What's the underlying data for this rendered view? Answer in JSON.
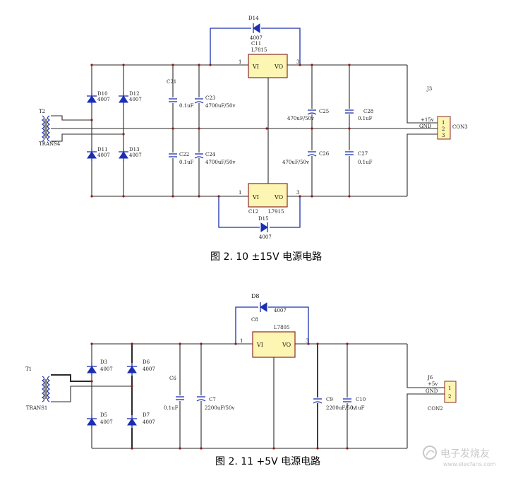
{
  "figure1": {
    "caption": "图 2. 10 ±15V 电源电路",
    "transformer": {
      "ref": "T2",
      "name": "TRANS4"
    },
    "diodes": [
      {
        "ref": "D10",
        "part": "4007"
      },
      {
        "ref": "D12",
        "part": "4007"
      },
      {
        "ref": "D11",
        "part": "4007"
      },
      {
        "ref": "D13",
        "part": "4007"
      },
      {
        "ref": "D14",
        "part": "4007"
      },
      {
        "ref": "D15",
        "part": "4007"
      }
    ],
    "capacitors": [
      {
        "ref": "C21",
        "value": "0.1uF"
      },
      {
        "ref": "C23",
        "value": "4700uF/50v"
      },
      {
        "ref": "C22",
        "value": "0.1uF"
      },
      {
        "ref": "C24",
        "value": "4700uF/50v"
      },
      {
        "ref": "C25",
        "value": "470uF/50v"
      },
      {
        "ref": "C28",
        "value": "0.1uF"
      },
      {
        "ref": "C26",
        "value": "470uF/50v"
      },
      {
        "ref": "C27",
        "value": "0.1uF"
      }
    ],
    "regulators": [
      {
        "ref": "C11",
        "part": "L7815",
        "vi": "VI",
        "vo": "VO",
        "pin_in": "1",
        "pin_out": "3"
      },
      {
        "ref": "C12",
        "part": "L7915",
        "vi": "VI",
        "vo": "VO",
        "pin_in": "1",
        "pin_out": "3"
      }
    ],
    "connector": {
      "ref": "J3",
      "name": "CON3",
      "pins": [
        "1",
        "2",
        "3"
      ],
      "net_top": "+15v",
      "net_gnd": "GND"
    }
  },
  "figure2": {
    "caption": "图 2. 11 +5V 电源电路",
    "transformer": {
      "ref": "T1",
      "name": "TRANS1"
    },
    "diodes": [
      {
        "ref": "D3",
        "part": "4007"
      },
      {
        "ref": "D6",
        "part": "4007"
      },
      {
        "ref": "D5",
        "part": "4007"
      },
      {
        "ref": "D7",
        "part": "4007"
      },
      {
        "ref": "D8",
        "part": "4007"
      }
    ],
    "capacitors": [
      {
        "ref": "C6",
        "value": "0.1uF"
      },
      {
        "ref": "C7",
        "value": "2200uF/50v"
      },
      {
        "ref": "C9",
        "value": "2200uF/50v"
      },
      {
        "ref": "C10",
        "value": "0.1uF"
      }
    ],
    "regulator": {
      "ref": "C8",
      "part": "L7805",
      "vi": "VI",
      "vo": "VO",
      "pin_in": "1",
      "pin_out": "3"
    },
    "connector": {
      "ref": "J6",
      "name": "CON2",
      "pins": [
        "1",
        "2"
      ],
      "net_top": "+5v",
      "net_gnd": "GND"
    }
  },
  "watermark": "电子发烧友",
  "watermark_url": "www.elecfans.com"
}
